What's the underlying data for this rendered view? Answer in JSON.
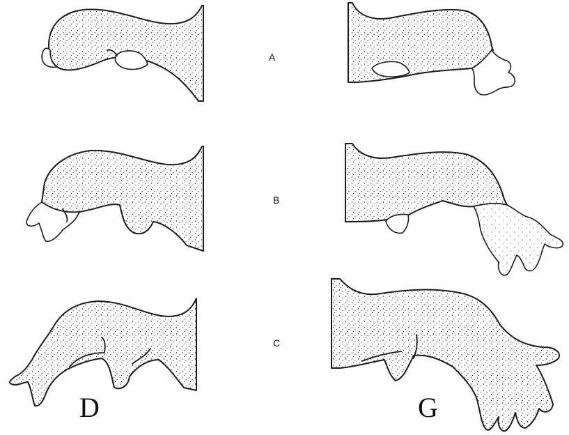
{
  "plate": {
    "background": "#ffffff",
    "ink": "#1a1a1a",
    "center_labels": [
      "A",
      "B",
      "C"
    ],
    "figure_labels": [
      "D",
      "G"
    ]
  },
  "figures": [
    {
      "row": "A",
      "side": "left",
      "description_icon": "limb-bud-left-icon"
    },
    {
      "row": "A",
      "side": "right",
      "description_icon": "limb-bud-right-icon"
    },
    {
      "row": "B",
      "side": "left",
      "description_icon": "limb-paddle-left-icon"
    },
    {
      "row": "B",
      "side": "right",
      "description_icon": "limb-digits-right-icon"
    },
    {
      "row": "C",
      "side": "left",
      "description_icon": "limb-digits-left-icon"
    },
    {
      "row": "C",
      "side": "right",
      "description_icon": "limb-hand-right-icon"
    }
  ]
}
